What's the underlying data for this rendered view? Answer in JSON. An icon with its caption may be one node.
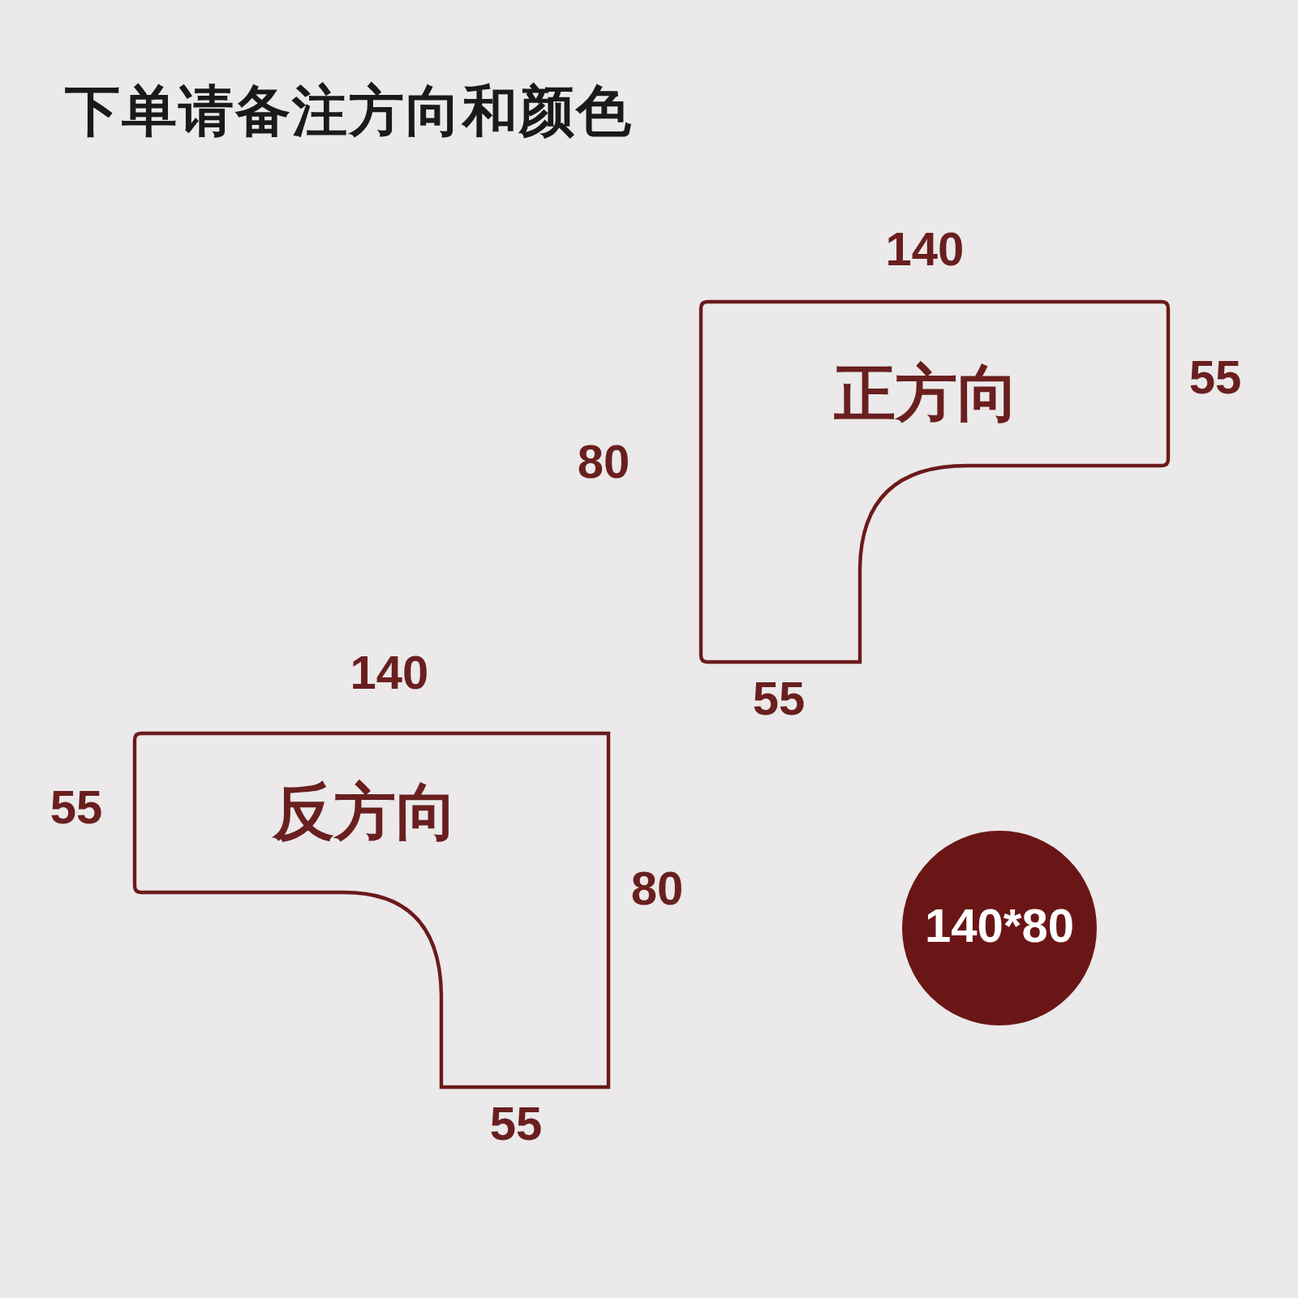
{
  "diagram": {
    "title": "下单请备注方向和颜色",
    "nodes": [
      {
        "text": [
          "正方向"
        ]
      },
      {
        "text": [
          "反方向"
        ]
      },
      {
        "text": [
          "140*80"
        ]
      }
    ],
    "labels": [
      "140",
      "55",
      "80",
      "55",
      "140",
      "55",
      "80",
      "55"
    ]
  }
}
